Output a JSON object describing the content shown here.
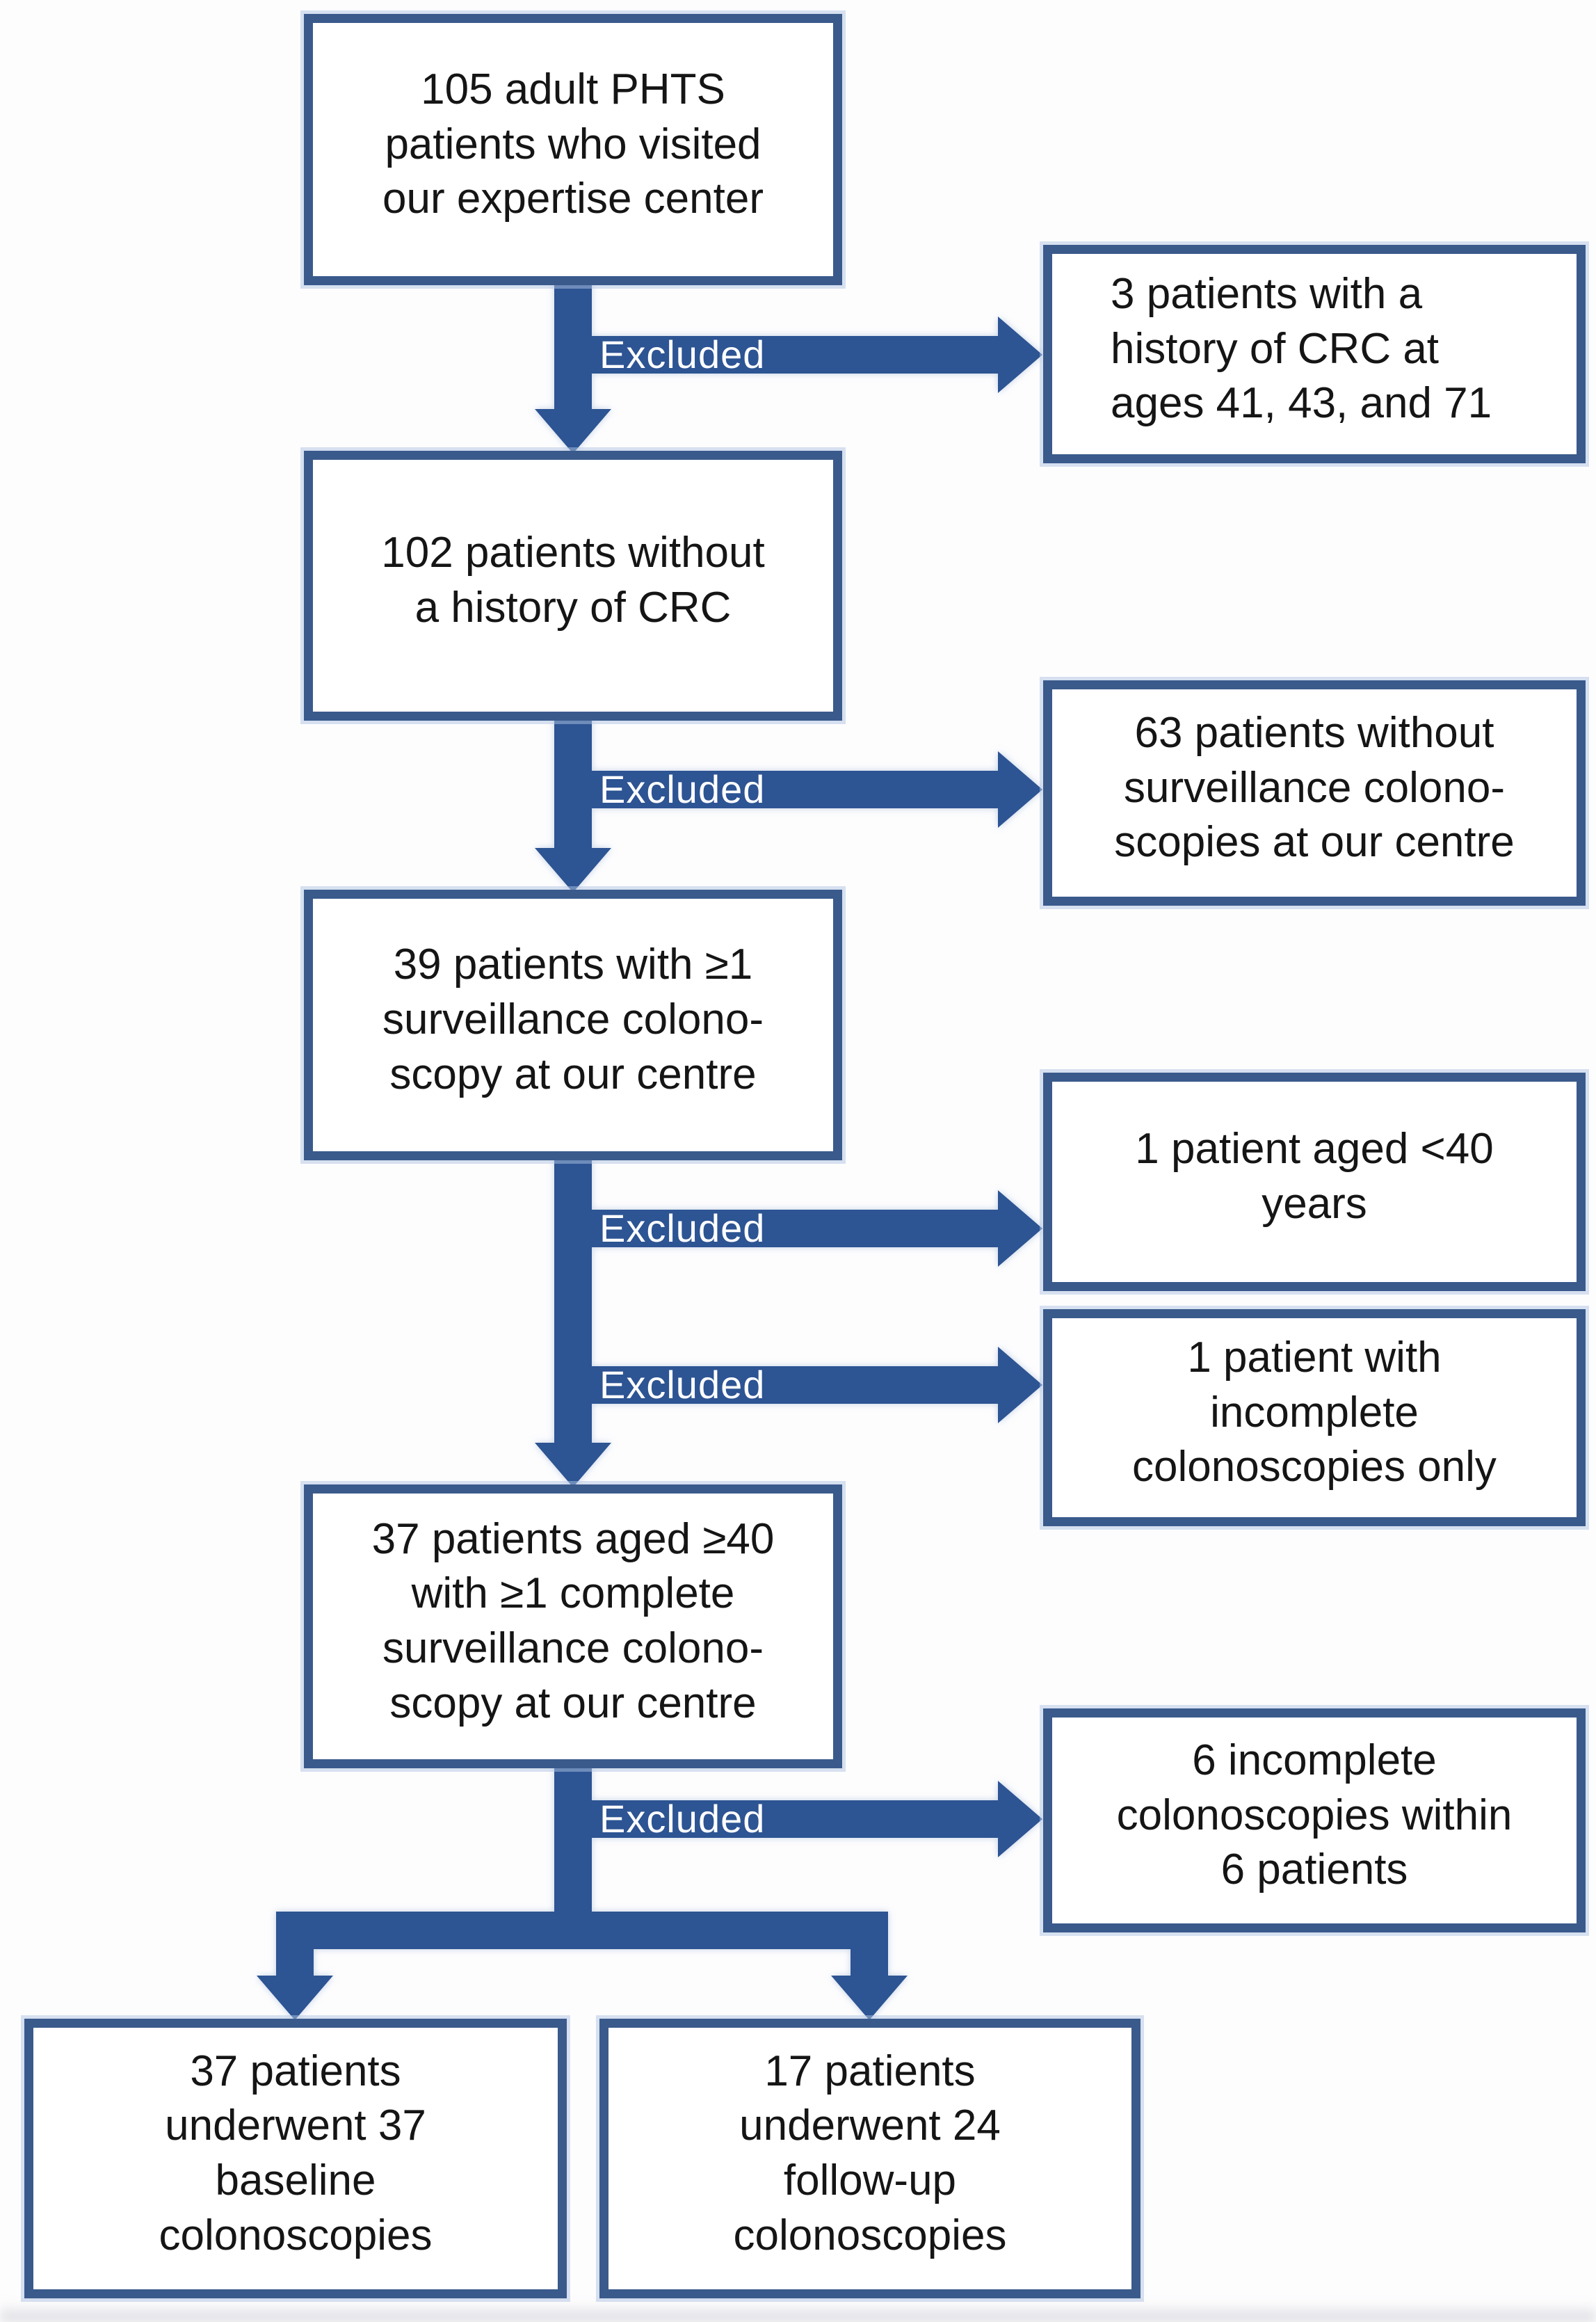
{
  "diagram": {
    "kind": "patient-flow-diagram",
    "excluded_label": "Excluded",
    "colors": {
      "arrow_blue": "#2d5493",
      "box_border": "#3a5a8c",
      "box_halo": "#b0c4e2",
      "box_fill": "#ffffff",
      "text": "#151515",
      "excluded_text": "#ffffff"
    },
    "nodes": [
      {
        "id": "top",
        "text": "105 adult PHTS\npatients who visited\nour expertise center"
      },
      {
        "id": "excluded-crc-history",
        "text": "3 patients with a\nhistory of CRC at\nages 41, 43, and 71"
      },
      {
        "id": "no-crc-history",
        "text": "102 patients without\na history of CRC"
      },
      {
        "id": "excluded-no-surveillance",
        "text": "63 patients without\nsurveillance colono-\nscopies at our centre"
      },
      {
        "id": "surveillance",
        "text": "39 patients with ≥1\nsurveillance colono-\nscopy at our centre"
      },
      {
        "id": "excluded-under-40",
        "text": "1 patient aged <40\nyears"
      },
      {
        "id": "excluded-incomplete-only",
        "text": "1 patient with\nincomplete\ncolonoscopies only"
      },
      {
        "id": "eligible",
        "text": "37 patients aged ≥40\nwith ≥1 complete\nsurveillance colono-\nscopy at our centre"
      },
      {
        "id": "excluded-6-incomplete",
        "text": "6 incomplete\ncolonoscopies within\n6 patients"
      },
      {
        "id": "baseline",
        "text": "37 patients\nunderwent 37\nbaseline\ncolonoscopies"
      },
      {
        "id": "follow-up",
        "text": "17 patients\nunderwent 24\nfollow-up\ncolonoscopies"
      }
    ]
  }
}
